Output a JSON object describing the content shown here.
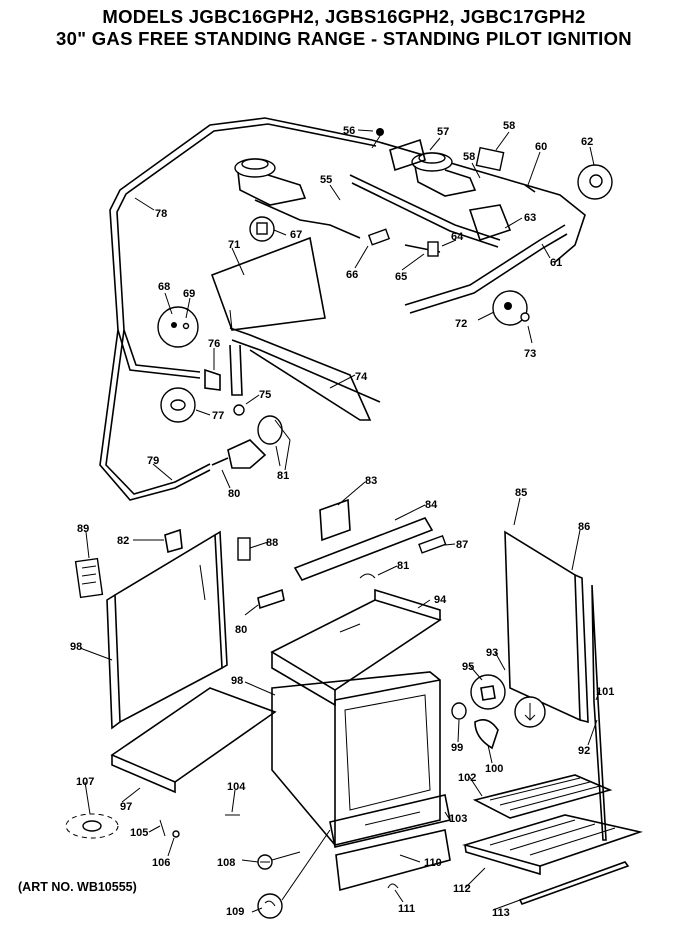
{
  "header": {
    "title_line1": "MODELS JGBC16GPH2, JGBS16GPH2, JGBC17GPH2",
    "title_line2": "30\" GAS FREE STANDING RANGE - STANDING PILOT IGNITION"
  },
  "art_number": "(ART NO. WB10555)",
  "callouts": [
    {
      "id": "c56",
      "label": "56"
    },
    {
      "id": "c57",
      "label": "57"
    },
    {
      "id": "c58a",
      "label": "58"
    },
    {
      "id": "c58b",
      "label": "58"
    },
    {
      "id": "c60",
      "label": "60"
    },
    {
      "id": "c62",
      "label": "62"
    },
    {
      "id": "c55",
      "label": "55"
    },
    {
      "id": "c78",
      "label": "78"
    },
    {
      "id": "c67",
      "label": "67"
    },
    {
      "id": "c63",
      "label": "63"
    },
    {
      "id": "c64",
      "label": "64"
    },
    {
      "id": "c71",
      "label": "71"
    },
    {
      "id": "c66",
      "label": "66"
    },
    {
      "id": "c65",
      "label": "65"
    },
    {
      "id": "c61",
      "label": "61"
    },
    {
      "id": "c68",
      "label": "68"
    },
    {
      "id": "c69",
      "label": "69"
    },
    {
      "id": "c72",
      "label": "72"
    },
    {
      "id": "c73",
      "label": "73"
    },
    {
      "id": "c76",
      "label": "76"
    },
    {
      "id": "c74",
      "label": "74"
    },
    {
      "id": "c75",
      "label": "75"
    },
    {
      "id": "c77",
      "label": "77"
    },
    {
      "id": "c79",
      "label": "79"
    },
    {
      "id": "c81a",
      "label": "81"
    },
    {
      "id": "c80a",
      "label": "80"
    },
    {
      "id": "c83",
      "label": "83"
    },
    {
      "id": "c84",
      "label": "84"
    },
    {
      "id": "c85",
      "label": "85"
    },
    {
      "id": "c86",
      "label": "86"
    },
    {
      "id": "c89",
      "label": "89"
    },
    {
      "id": "c82",
      "label": "82"
    },
    {
      "id": "c88",
      "label": "88"
    },
    {
      "id": "c87",
      "label": "87"
    },
    {
      "id": "c81b",
      "label": "81"
    },
    {
      "id": "c80b",
      "label": "80"
    },
    {
      "id": "c94",
      "label": "94"
    },
    {
      "id": "c98a",
      "label": "98"
    },
    {
      "id": "c98b",
      "label": "98"
    },
    {
      "id": "c95",
      "label": "95"
    },
    {
      "id": "c93",
      "label": "93"
    },
    {
      "id": "c101",
      "label": "101"
    },
    {
      "id": "c99",
      "label": "99"
    },
    {
      "id": "c100",
      "label": "100"
    },
    {
      "id": "c92",
      "label": "92"
    },
    {
      "id": "c107",
      "label": "107"
    },
    {
      "id": "c97",
      "label": "97"
    },
    {
      "id": "c104",
      "label": "104"
    },
    {
      "id": "c102",
      "label": "102"
    },
    {
      "id": "c105",
      "label": "105"
    },
    {
      "id": "c103",
      "label": "103"
    },
    {
      "id": "c106",
      "label": "106"
    },
    {
      "id": "c108",
      "label": "108"
    },
    {
      "id": "c110",
      "label": "110"
    },
    {
      "id": "c112",
      "label": "112"
    },
    {
      "id": "c109",
      "label": "109"
    },
    {
      "id": "c111",
      "label": "111"
    },
    {
      "id": "c113",
      "label": "113"
    }
  ]
}
